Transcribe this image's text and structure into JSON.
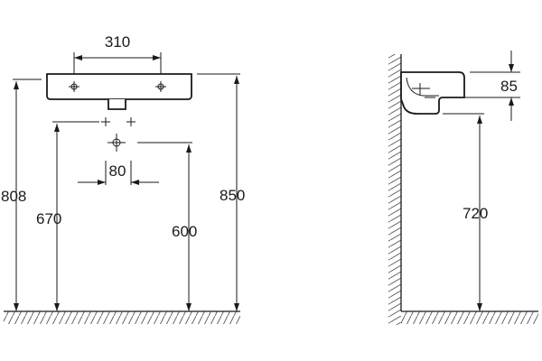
{
  "front_view": {
    "width_dim": "310",
    "drain_offset_dim": "80",
    "bracket_height_dim": "808",
    "outlet_height_dim": "670",
    "trap_height_dim": "600",
    "rim_height_dim": "850"
  },
  "side_view": {
    "depth_dim": "85",
    "bottom_height_dim": "720"
  }
}
